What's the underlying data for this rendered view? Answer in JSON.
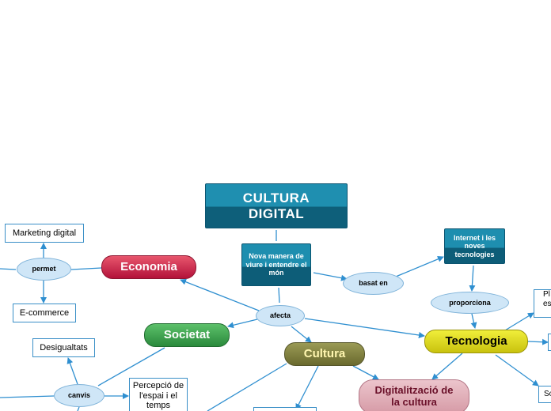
{
  "mindmap": {
    "title": "CULTURA DIGITAL",
    "nova_manera": "Nova manera de viure i entendre el món",
    "afecta": "afecta",
    "basat_en": "basat en",
    "internet": "Internet i les noves tecnologies",
    "proporciona": "proporciona",
    "economia": "Economia",
    "permet": "permet",
    "marketing": "Marketing digital",
    "ecommerce": "E-commerce",
    "societat": "Societat",
    "canvis": "canvis",
    "desigualtats": "Desigualtats",
    "percepcio": "Percepció de l'espai i el temps",
    "cultura": "Cultura",
    "digitalitzacio": "Digitalització de la cultura",
    "tecnologia": "Tecnologia",
    "partial_pl": "Pl",
    "partial_es": "es",
    "partial_so": "So"
  },
  "colors": {
    "connector": "#2f8fd0",
    "main_top": "#1f8fb0",
    "main_bottom": "#0e5f7a",
    "economia": "#c41d42",
    "societat": "#3a9e4a",
    "cultura": "#7d7d3c",
    "tecnologia": "#dad722",
    "digitalitzacio": "#e2b0ba"
  }
}
